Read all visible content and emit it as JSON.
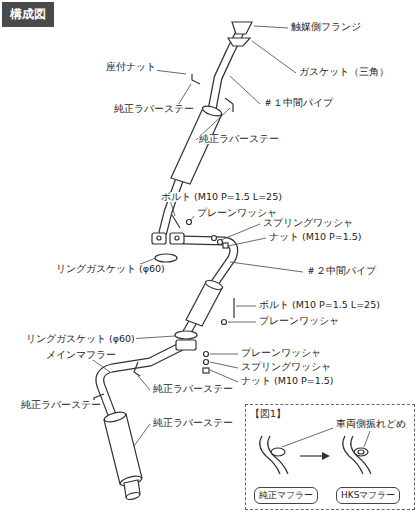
{
  "diagram": {
    "title": "構成図",
    "nodes": [
      {
        "text": [
          "【図1】"
        ]
      },
      {
        "text": [
          "純正マフラー"
        ],
        "in": 0
      },
      {
        "text": [
          "HKSマフラー"
        ],
        "in": 0
      }
    ],
    "labels": [
      "触媒側フランジ",
      "座付ナット",
      "ガスケット（三角）",
      "純正ラバーステー",
      "＃１中間パイプ",
      "純正ラバーステー",
      "ボルト (M10 P=1.5 L=25)",
      "プレーンワッシャ",
      "スプリングワッシャ",
      "ナット (M10 P=1.5)",
      "＃２中間パイプ",
      "リングガスケット (φ60)",
      "ボルト (M10 P=1.5 L=25)",
      "プレーンワッシャ",
      "リングガスケット (φ60)",
      "メインマフラー",
      "プレーンワッシャ",
      "スプリングワッシャ",
      "ナット (M10 P=1.5)",
      "純正ラバーステー",
      "純正ラバーステー",
      "純正ラバーステー",
      "車両側振れどめ"
    ]
  }
}
